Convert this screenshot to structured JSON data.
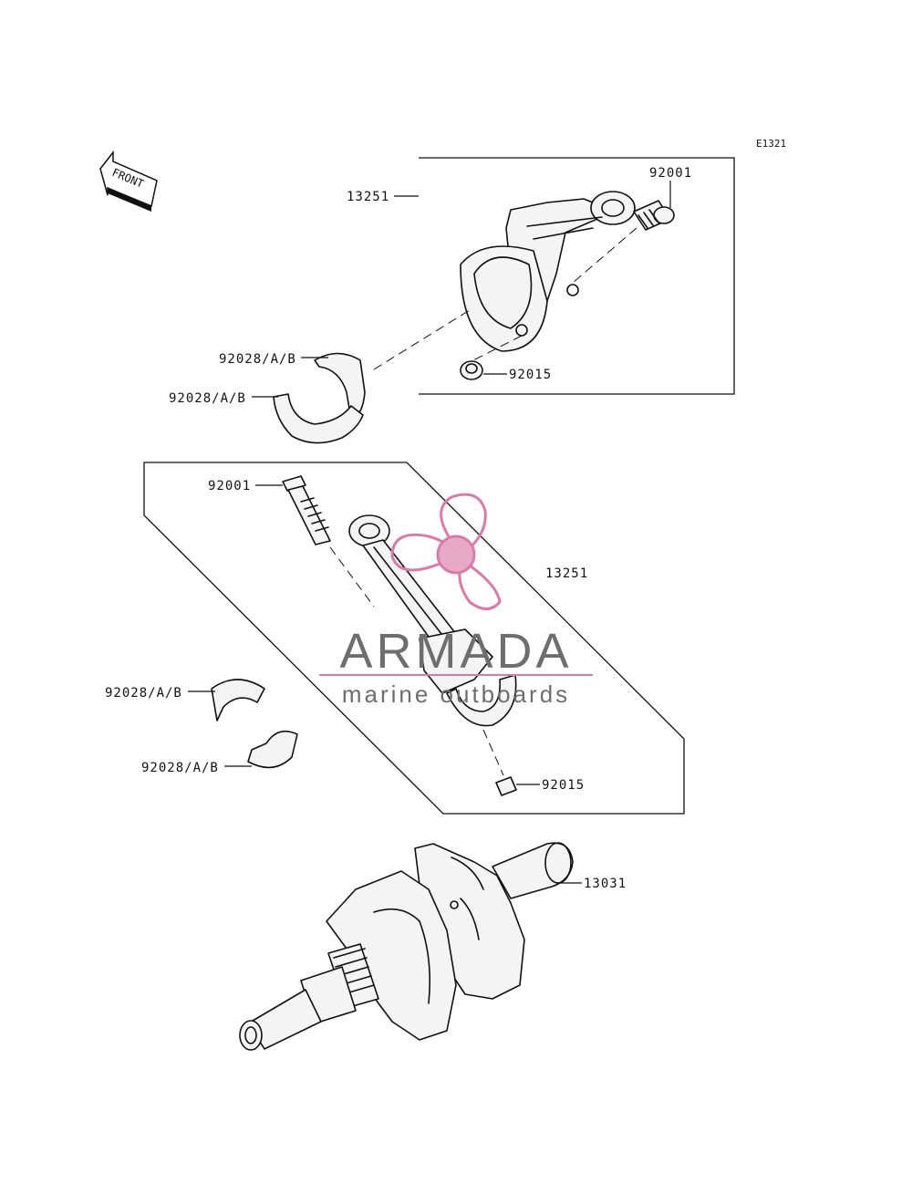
{
  "diagram_code": "E1321",
  "front_arrow_label": "FRONT",
  "parts": [
    {
      "id": "13251",
      "label": "13251"
    },
    {
      "id": "92001",
      "label": "92001"
    },
    {
      "id": "92015",
      "label": "92015"
    },
    {
      "id": "92028",
      "label": "92028/A/B"
    },
    {
      "id": "13031",
      "label": "13031"
    }
  ],
  "watermark": {
    "brand": "ARMADA",
    "tagline": "marine outboards",
    "accent_color": "#d97aa8",
    "text_color": "#6e6e6e"
  }
}
